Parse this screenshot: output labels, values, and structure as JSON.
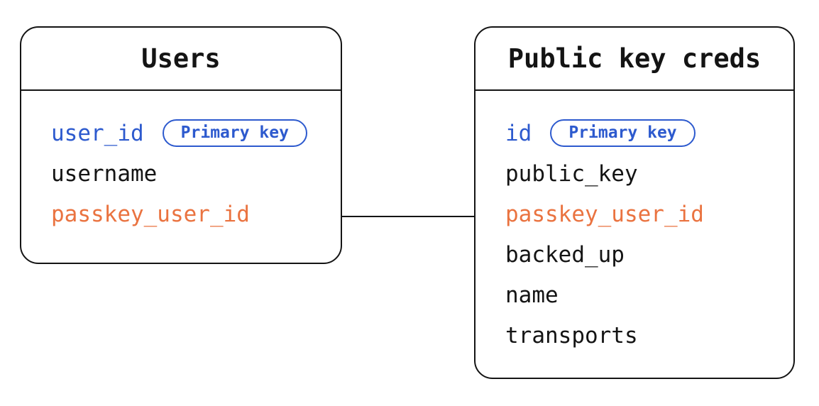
{
  "colors": {
    "primary_key_blue": "#2d5ace",
    "relation_orange": "#ea7340",
    "ink": "#141414",
    "canvas_bg": "#ffffff"
  },
  "diagram": {
    "type": "entity-relationship",
    "tables": [
      {
        "title": "Users",
        "fields": [
          {
            "label": "user_id",
            "role": "primary-key",
            "badge": "Primary key"
          },
          {
            "label": "username",
            "role": "plain"
          },
          {
            "label": "passkey_user_id",
            "role": "relation"
          }
        ]
      },
      {
        "title": "Public key creds",
        "fields": [
          {
            "label": "id",
            "role": "primary-key",
            "badge": "Primary key"
          },
          {
            "label": "public_key",
            "role": "plain"
          },
          {
            "label": "passkey_user_id",
            "role": "relation"
          },
          {
            "label": "backed_up",
            "role": "plain"
          },
          {
            "label": "name",
            "role": "plain"
          },
          {
            "label": "transports",
            "role": "plain"
          }
        ]
      }
    ],
    "relationship": {
      "from": "Users.passkey_user_id",
      "to": "Public key creds.passkey_user_id",
      "style": "straight-line"
    }
  }
}
